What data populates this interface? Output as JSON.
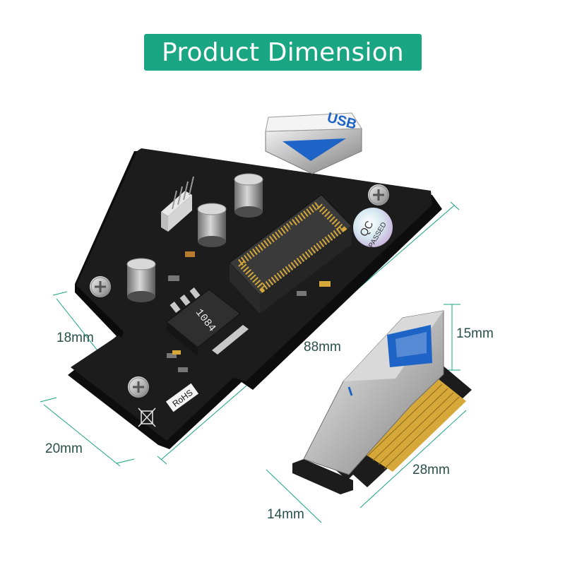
{
  "banner": {
    "title": "Product Dimension",
    "color": "#1aa583"
  },
  "dimensions": {
    "board_height_upper": "18mm",
    "board_length": "88mm",
    "board_height_lower": "20mm",
    "riser_height": "15mm",
    "riser_length": "28mm",
    "riser_depth": "14mm",
    "line_color": "#1aa583",
    "text_color": "#2a4f4a"
  },
  "board": {
    "chip_label": "1084",
    "rohs_label": "RoHS",
    "qc_label_top": "QC",
    "qc_label_bottom": "PASSED",
    "usb_label": "USB",
    "pcb_color": "#1c1c1c",
    "slot_color": "#2a2a2a",
    "gold_color": "#d6a83a"
  }
}
